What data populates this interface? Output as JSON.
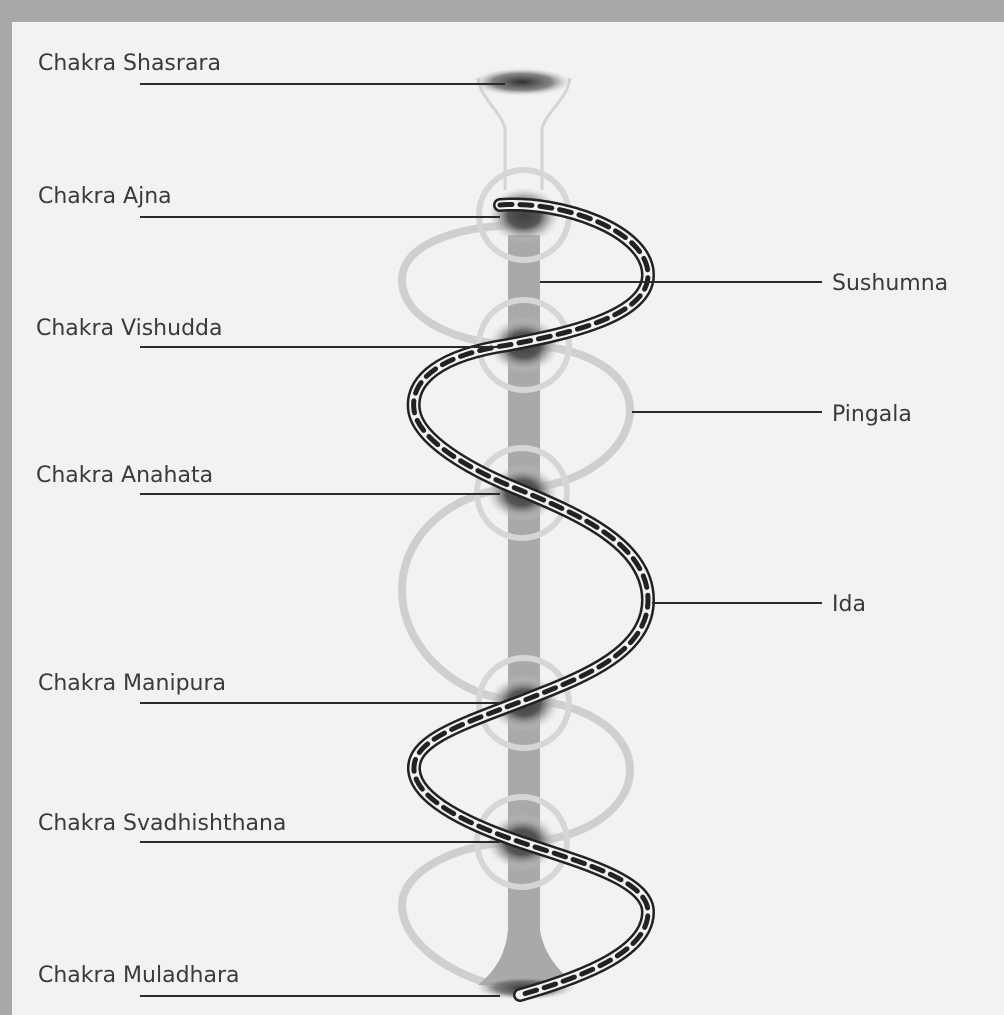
{
  "chakras": [
    {
      "name": "Chakra Shasrara"
    },
    {
      "name": "Chakra Ajna"
    },
    {
      "name": "Chakra Vishudda"
    },
    {
      "name": "Chakra Anahata"
    },
    {
      "name": "Chakra Manipura"
    },
    {
      "name": "Chakra Svadhishthana"
    },
    {
      "name": "Chakra Muladhara"
    }
  ],
  "channels": {
    "sushumna": "Sushumna",
    "pingala": "Pingala",
    "ida": "Ida"
  },
  "colors": {
    "frame": "#a8a8a8",
    "background": "#f2f2f0",
    "sushumna_column": "#a9a9a9",
    "pingala_loop": "#cfcfcf",
    "chakra_core": "#4a4a4a",
    "ida_outline": "#222222",
    "ida_dash": "#222222",
    "label_text": "#3a3a3a"
  }
}
